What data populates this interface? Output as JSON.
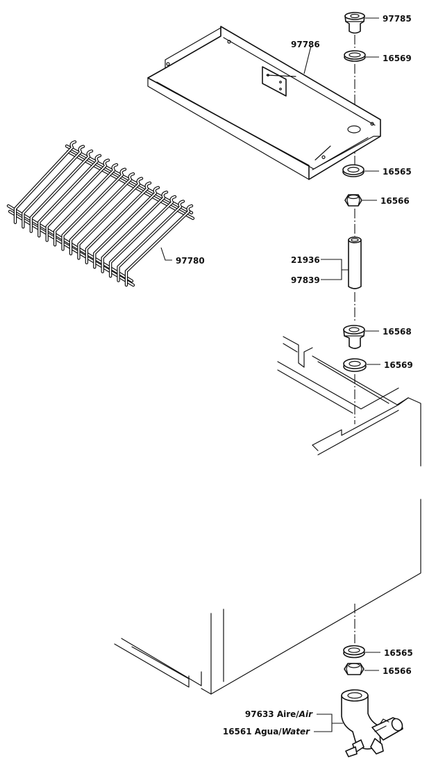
{
  "parts": {
    "drain_fitting_top": "97785",
    "gasket_top": "16569",
    "drip_tray": "97786",
    "washer_upper": "16565",
    "nut_upper": "16566",
    "standpipe_a": "21936",
    "standpipe_b": "97839",
    "grid": "97780",
    "drain_fitting_mid": "16568",
    "gasket_mid": "16569",
    "washer_lower": "16565",
    "nut_lower": "16566",
    "valve_air_num": "97633 Aire/",
    "valve_air_word": "Air",
    "valve_water_num": "16561 Agua/",
    "valve_water_word": "Water"
  }
}
